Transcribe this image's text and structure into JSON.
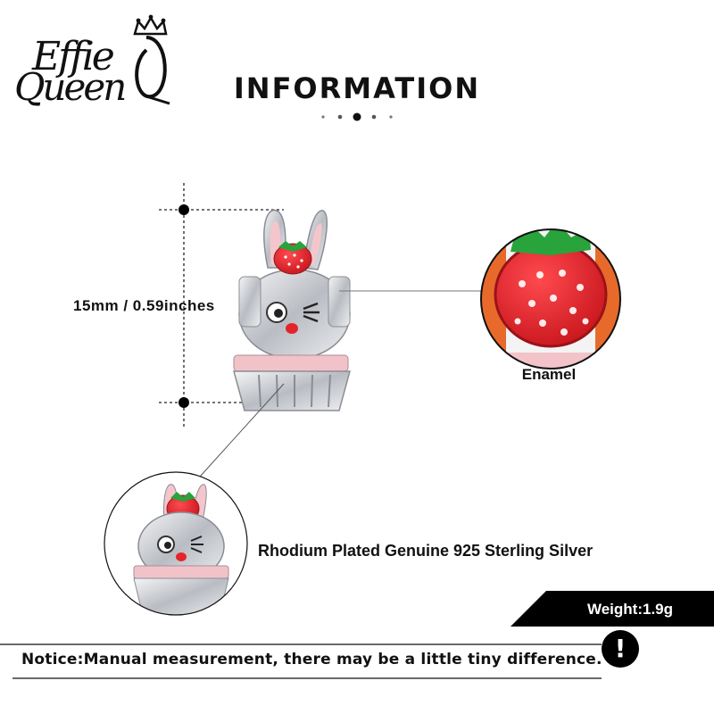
{
  "brand": {
    "line1": "Effie",
    "line2": "Queen"
  },
  "header": {
    "title": "INFORMATION"
  },
  "dimension": {
    "label": "15mm / 0.59inches"
  },
  "callouts": {
    "enamel": "Enamel",
    "material": "Rhodium Plated Genuine 925 Sterling Silver"
  },
  "weight": {
    "label": "Weight:1.9g"
  },
  "notice": {
    "text": "Notice:Manual measurement, there may be a little tiny difference.",
    "icon": "exclamation-icon",
    "icon_glyph": "!"
  },
  "colors": {
    "enamel_red": "#e3252b",
    "leaf_green": "#29a33c",
    "silver": "#c9ccd1",
    "pink": "#f4c6cc"
  }
}
